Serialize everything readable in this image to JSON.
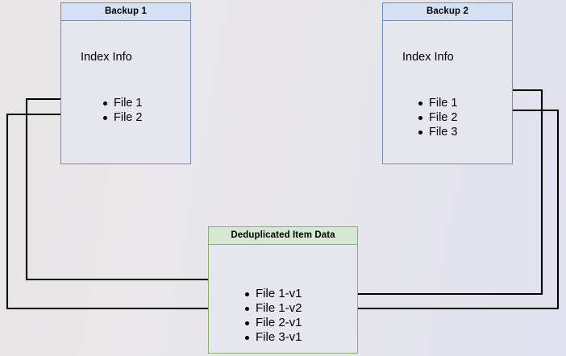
{
  "diagram": {
    "type": "backup-deduplication-flow",
    "background_color": "#e7e6ea",
    "nodes": [
      {
        "id": "backup1",
        "title": "Backup 1",
        "subtitle": "Index Info",
        "accent_color": "#6c8ebf",
        "header_fill": "#d4e1f5",
        "body_fill": "#e6e6ee",
        "items": [
          "File 1",
          "File 2"
        ]
      },
      {
        "id": "backup2",
        "title": "Backup 2",
        "subtitle": "Index Info",
        "accent_color": "#6c8ebf",
        "header_fill": "#d4e1f5",
        "body_fill": "#e6e6ee",
        "items": [
          "File 1",
          "File 2",
          "File 3"
        ]
      },
      {
        "id": "dedup",
        "title": "Deduplicated Item Data",
        "accent_color": "#82b366",
        "header_fill": "#d5e8d4",
        "body_fill": "#e6e6ee",
        "items": [
          "File 1-v1",
          "File 1-v2",
          "File 2-v1",
          "File 3-v1"
        ]
      }
    ],
    "edges": [
      {
        "id": "b1-file1-to-file1v1",
        "from": "Backup 1 / File 1",
        "to": "Deduplicated Item Data / File 1-v1",
        "color": "#000000"
      },
      {
        "id": "b1-file2-to-file2v1",
        "from": "Backup 1 / File 2",
        "to": "Deduplicated Item Data / File 2-v1",
        "color": "#000000"
      },
      {
        "id": "b2-file1-to-file1v2",
        "from": "Backup 2 / File 1",
        "to": "Deduplicated Item Data / File 1-v2",
        "color": "#000000"
      },
      {
        "id": "b2-file2-to-file2v1",
        "from": "Backup 2 / File 2",
        "to": "Deduplicated Item Data / File 2-v1",
        "color": "#000000"
      }
    ]
  }
}
